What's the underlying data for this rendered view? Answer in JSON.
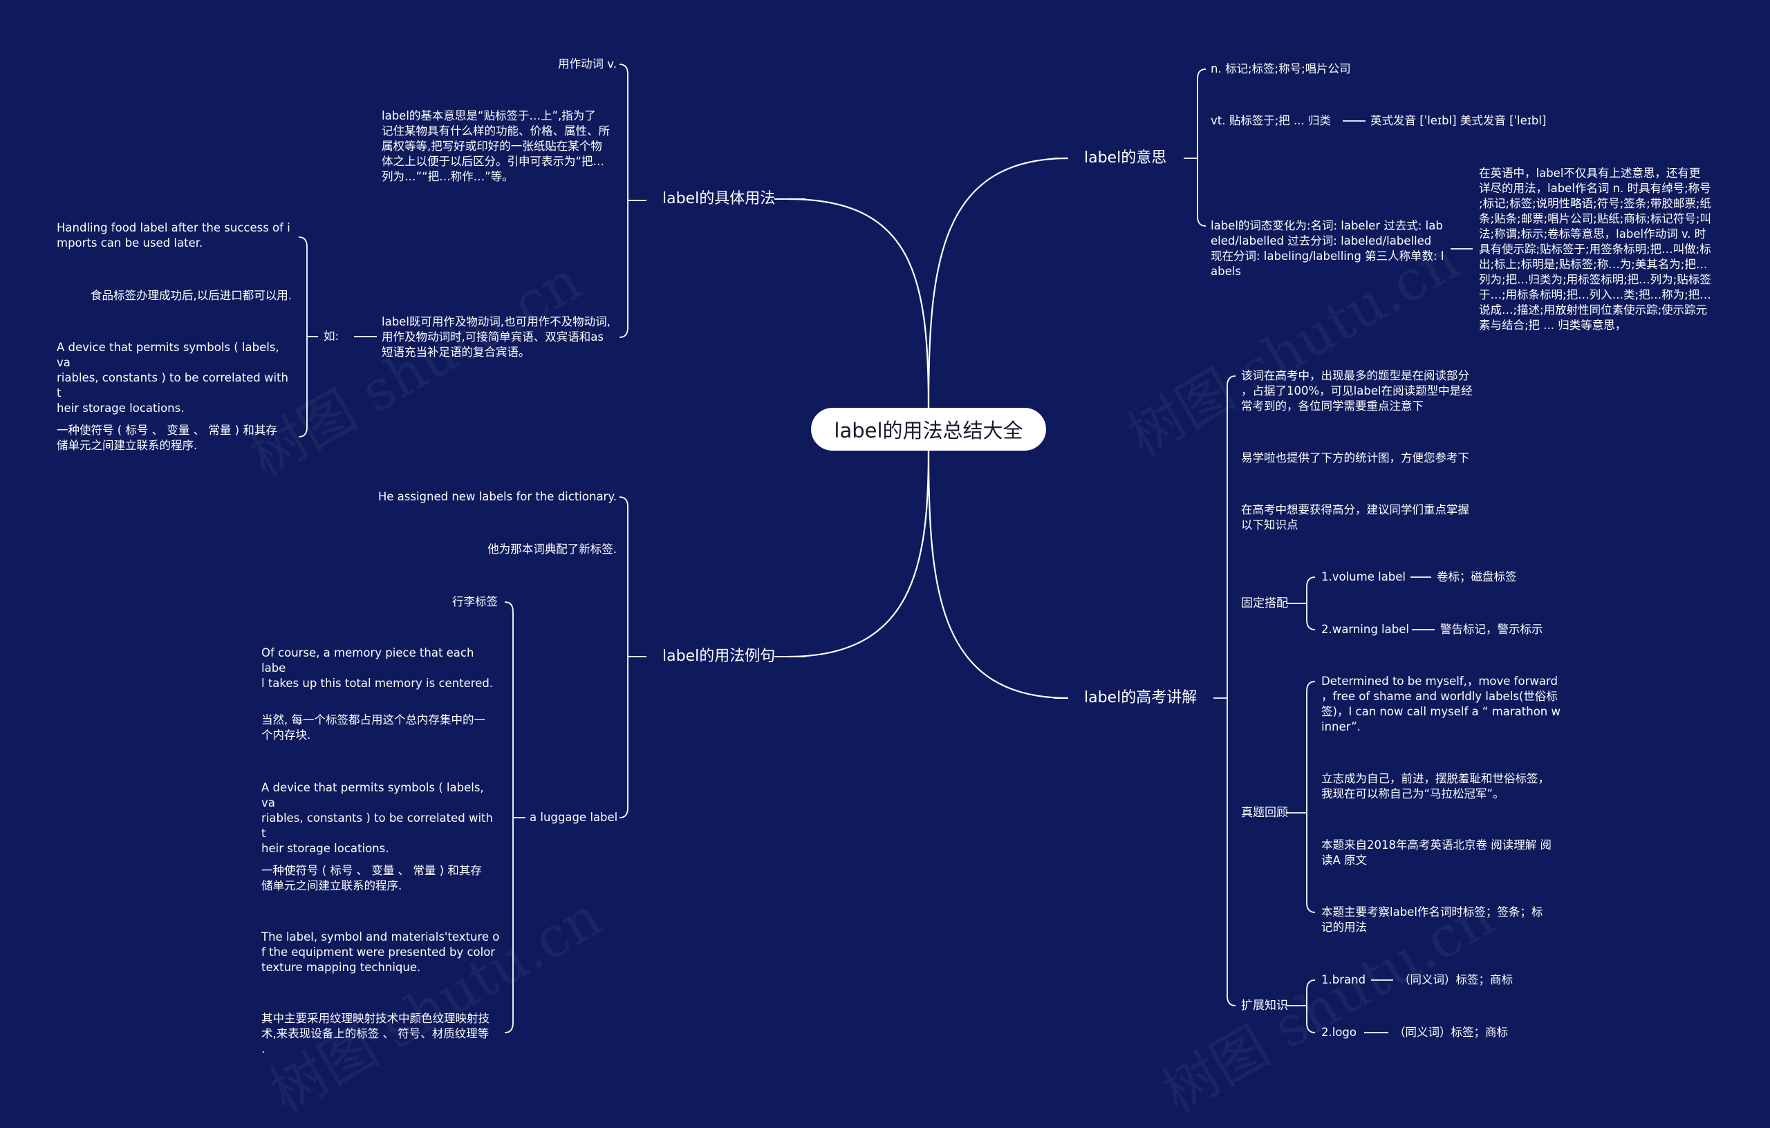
{
  "root": "label的用法总结大全",
  "watermark": "树图 shutu.cn",
  "colors": {
    "background": "#0e1a5c",
    "lines": "#ffffff",
    "root_fill": "#ffffff",
    "root_text": "#1a1a2e"
  },
  "branches": {
    "usage": {
      "label": "label的具体用法",
      "items": {
        "verb": "用作动词 v.",
        "basic": "label的基本意思是“贴标签于…上”,指为了\n记住某物具有什么样的功能、价格、属性、所\n属权等等,把写好或印好的一张纸贴在某个物\n体之上以便于以后区分。引申可表示为“把…\n列为…”“把…称作…”等。",
        "both": "label既可用作及物动词,也可用作不及物动词,\n用作及物动词时,可接简单宾语、双宾语和as\n短语充当补足语的复合宾语。",
        "ru": "如:",
        "examples": [
          "Handling food label after the success of i\nmports can be used later.",
          "食品标签办理成功后,以后进口都可以用.",
          "A device that permits symbols ( labels, va\nriables, constants ) to be correlated with t\nheir storage locations.",
          "一种使符号 ( 标号 、 变量 、 常量 ) 和其存\n储单元之间建立联系的程序."
        ]
      }
    },
    "sentences": {
      "label": "label的用法例句",
      "items": {
        "s1": "He assigned new labels for the dictionary.",
        "s2": "他为那本词典配了新标签.",
        "luggage": "a luggage label",
        "luggage_items": [
          "行李标签",
          "Of course, a memory piece that each labe\nl takes up this total memory is centered.",
          "当然, 每一个标签都占用这个总内存集中的一\n个内存块.",
          "A device that permits symbols ( labels, va\nriables, constants ) to be correlated with t\nheir storage locations.",
          "一种使符号 ( 标号 、 变量 、 常量 ) 和其存\n储单元之间建立联系的程序.",
          "The label, symbol and materials'texture o\nf the equipment were presented by color\ntexture mapping technique.",
          "其中主要采用纹理映射技术中颜色纹理映射技\n术,来表现设备上的标签 、 符号、材质纹理等\n."
        ]
      }
    },
    "meaning": {
      "label": "label的意思",
      "items": {
        "noun": "n. 标记;标签;称号;唱片公司",
        "vt": "vt. 贴标签于;把 ... 归类",
        "pron": "英式发音 [ˈleɪbl] 美式发音 [ˈleɪbl]",
        "forms": "label的词态变化为:名词: labeler 过去式: lab\neled/labelled 过去分词: labeled/labelled\n现在分词: labeling/labelling 第三人称单数: l\nabels",
        "detail": "在英语中，label不仅具有上述意思，还有更\n详尽的用法，label作名词 n. 时具有绰号;称号\n;标记;标签;说明性略语;符号;签条;带胶邮票;纸\n条;贴条;邮票;唱片公司;贴纸;商标;标记符号;叫\n法;称谓;标示;卷标等意思，label作动词 v. 时\n具有使示踪;贴标签于;用签条标明;把…叫做;标\n出;标上;标明是;贴标签;称…为;美其名为;把…\n列为;把…归类为;用标签标明;把…列为;贴标签\n于…;用标条标明;把…列入…类;把…称为;把…\n说成…;描述;用放射性同位素使示踪;使示踪元\n素与结合;把 ... 归类等意思，"
      }
    },
    "exam": {
      "label": "label的高考讲解",
      "items": {
        "e1": "该词在高考中，出现最多的题型是在阅读部分\n，占据了100%，可见label在阅读题型中是经\n常考到的，各位同学需要重点注意下",
        "e2": "易学啦也提供了下方的统计图，方便您参考下",
        "e3": "在高考中想要获得高分，建议同学们重点掌握\n以下知识点",
        "fixed": "固定搭配",
        "fixed1": "1.volume label",
        "fixed1v": "卷标；磁盘标签",
        "fixed2": "2.warning label",
        "fixed2v": "警告标记，警示标示",
        "review": "真题回顾",
        "review_items": [
          "Determined to be myself,，move forward\n，free of shame and worldly labels(世俗标\n签)，I can now call myself a “ marathon w\ninner”.",
          "立志成为自己，前进，摆脱羞耻和世俗标签，\n我现在可以称自己为“马拉松冠军”。",
          "本题来自2018年高考英语北京卷 阅读理解 阅\n读A 原文",
          "本题主要考察label作名词时标签；签条；标\n记的用法"
        ],
        "ext": "扩展知识",
        "ext1": "1.brand",
        "ext1v": "（同义词）标签；商标",
        "ext2": "2.logo",
        "ext2v": "（同义词）标签；商标"
      }
    }
  }
}
